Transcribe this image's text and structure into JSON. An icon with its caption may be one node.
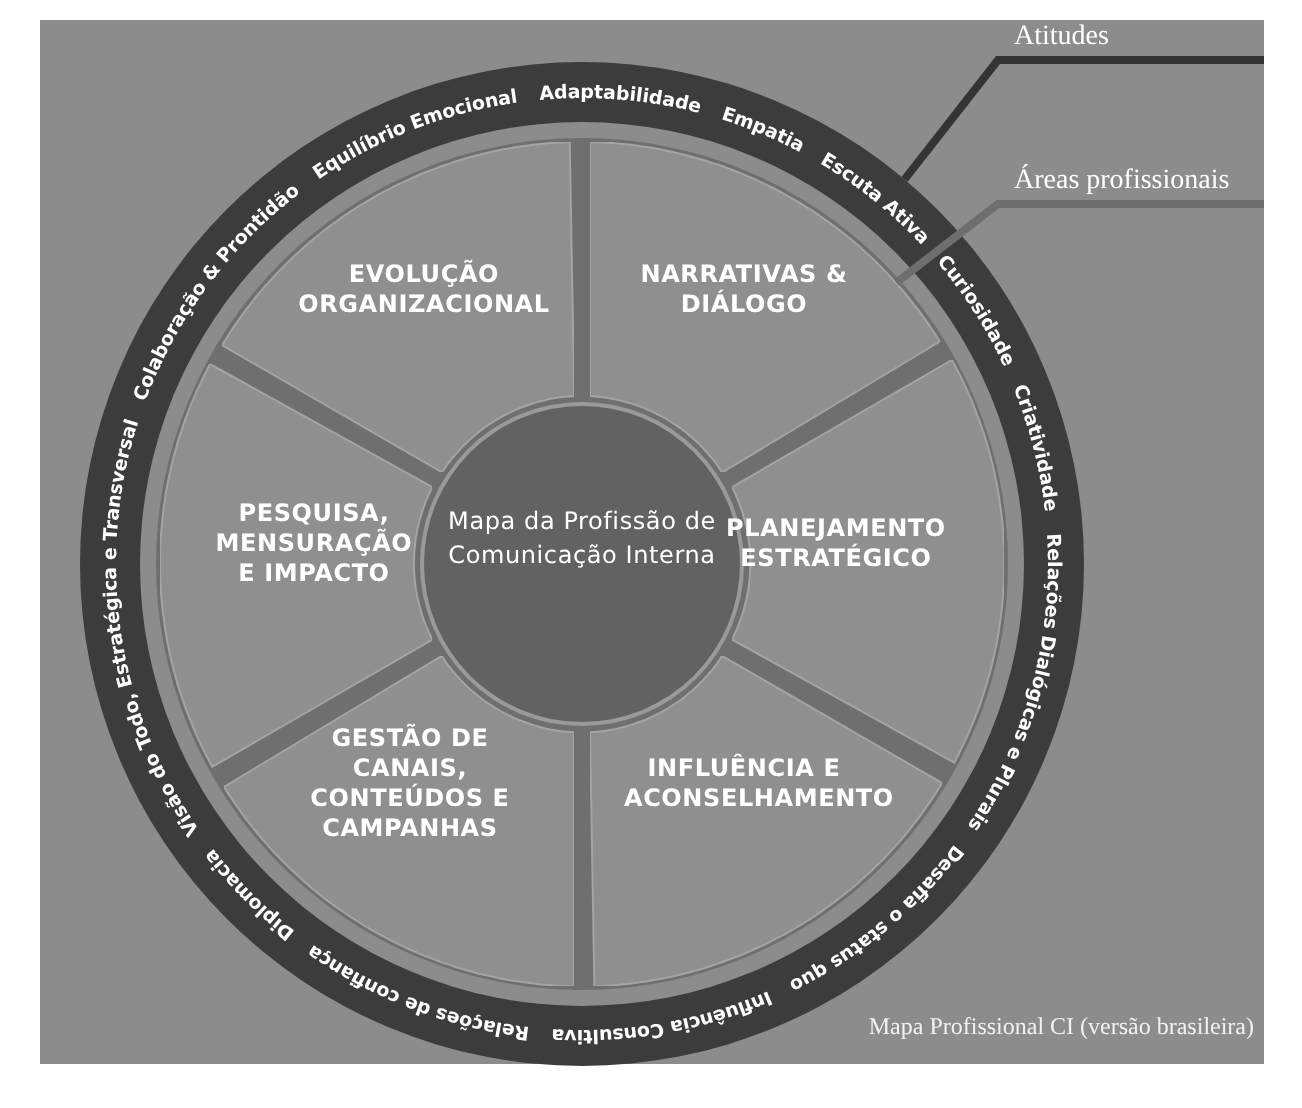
{
  "diagram": {
    "nodes": [
      {
        "text": [
          "Colaboração & Prontidão",
          "Equilíbrio Emocional",
          "Adaptabilidade",
          "Empatia",
          "Escuta Ativa",
          "Curiosidade",
          "Criatividade",
          "Relações Dialógicas e Plurais",
          "Desafia o status quo",
          "Influência Consultiva",
          "Relações de confiança",
          "Diplomacia",
          "Visão do Todo, Estratégica e Transversal"
        ]
      },
      {
        "text": [
          "EVOLUÇÃO ORGANIZACIONAL"
        ],
        "in": 0
      },
      {
        "text": [
          "NARRATIVAS & DIÁLOGO"
        ],
        "in": 0
      },
      {
        "text": [
          "PESQUISA, MENSURAÇÃO E IMPACTO"
        ],
        "in": 0
      },
      {
        "text": [
          "Mapa da Profissão de Comunicação Interna"
        ],
        "in": 0
      },
      {
        "text": [
          "PLANEJAMENTO ESTRATÉGICO"
        ],
        "in": 0
      },
      {
        "text": [
          "GESTÃO DE CANAIS, CONTEÚDOS E CAMPANHAS"
        ],
        "in": 0
      },
      {
        "text": [
          "INFLUÊNCIA E ACONSELHAMENTO"
        ],
        "in": 0
      },
      {
        "text": [
          "Atitudes"
        ]
      },
      {
        "text": [
          "Áreas profissionais"
        ]
      }
    ],
    "edges": [
      {
        "from": 8,
        "to": 0,
        "arrow": "none"
      },
      {
        "from": 9,
        "to": 2,
        "arrow": "none",
        "color": "#6e6e6e"
      }
    ],
    "labels": [
      "Mapa Profissional CI (versão brasileira)"
    ]
  }
}
